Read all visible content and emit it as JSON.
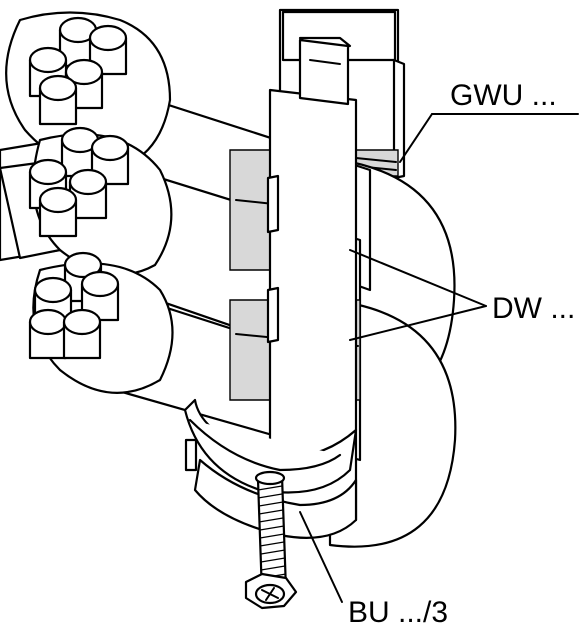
{
  "labels": {
    "gwu": "GWU ...",
    "dw": "DW ...",
    "bu": "BU .../3"
  },
  "colors": {
    "line": "#000000",
    "background": "#ffffff"
  }
}
